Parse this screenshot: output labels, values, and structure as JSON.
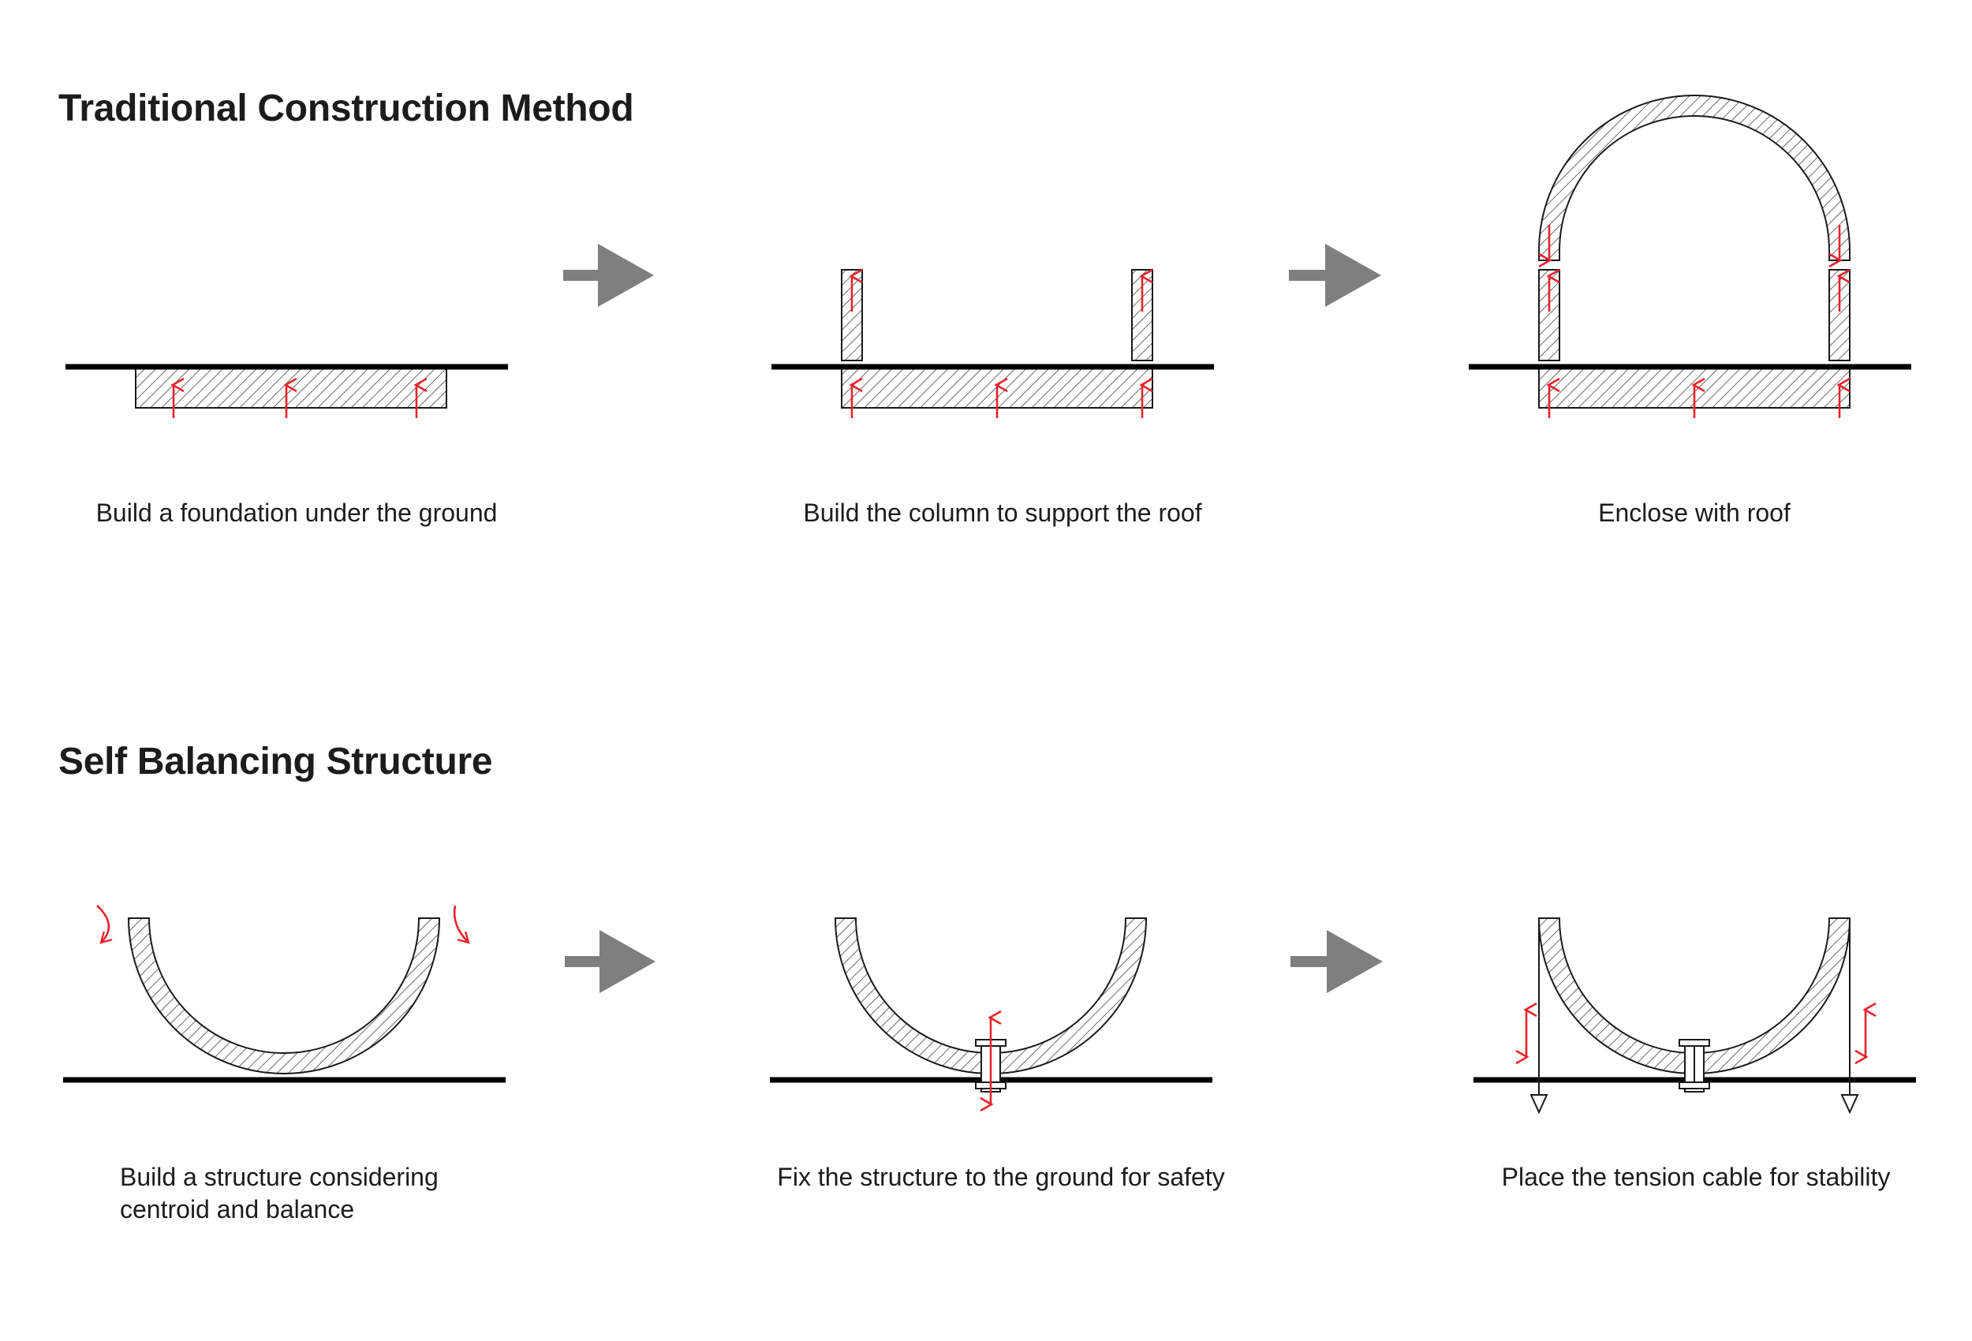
{
  "sections": [
    {
      "title": "Traditional Construction Method",
      "steps": [
        {
          "caption": "Build a foundation under the ground"
        },
        {
          "caption": "Build the column to support the roof"
        },
        {
          "caption": "Enclose with roof"
        }
      ]
    },
    {
      "title": "Self Balancing Structure",
      "steps": [
        {
          "caption_lines": [
            "Build a structure considering",
            "centroid and balance"
          ]
        },
        {
          "caption": "Fix the structure to the ground for safety"
        },
        {
          "caption": "Place the tension cable for stability"
        }
      ]
    }
  ],
  "colors": {
    "force_arrow": "#e8232a",
    "step_arrow": "#7f7f7f",
    "ground": "#000000",
    "outline": "#1a1a1a"
  }
}
